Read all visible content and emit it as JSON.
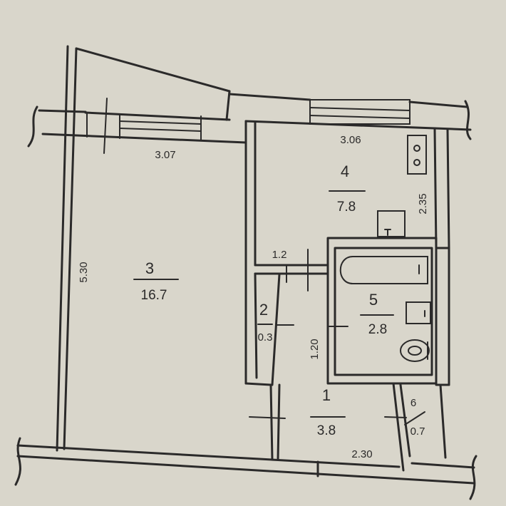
{
  "colors": {
    "paper": "#d9d6cb",
    "ink": "#2b2a2a"
  },
  "rooms": [
    {
      "id": "room-3",
      "number": "3",
      "area": "16.7"
    },
    {
      "id": "room-4",
      "number": "4",
      "area": "7.8"
    },
    {
      "id": "room-2",
      "number": "2",
      "area": "0.3"
    },
    {
      "id": "room-5",
      "number": "5",
      "area": "2.8"
    },
    {
      "id": "room-1",
      "number": "1",
      "area": "3.8"
    },
    {
      "id": "room-6",
      "number": "6",
      "area": "0.7"
    }
  ],
  "dimensions": {
    "room3_width": "3.07",
    "room3_length": "5.30",
    "room4_width": "3.06",
    "room4_length": "2.35",
    "room2_width": "1.2",
    "room5_length": "1.20",
    "corridor_width": "2.30"
  }
}
